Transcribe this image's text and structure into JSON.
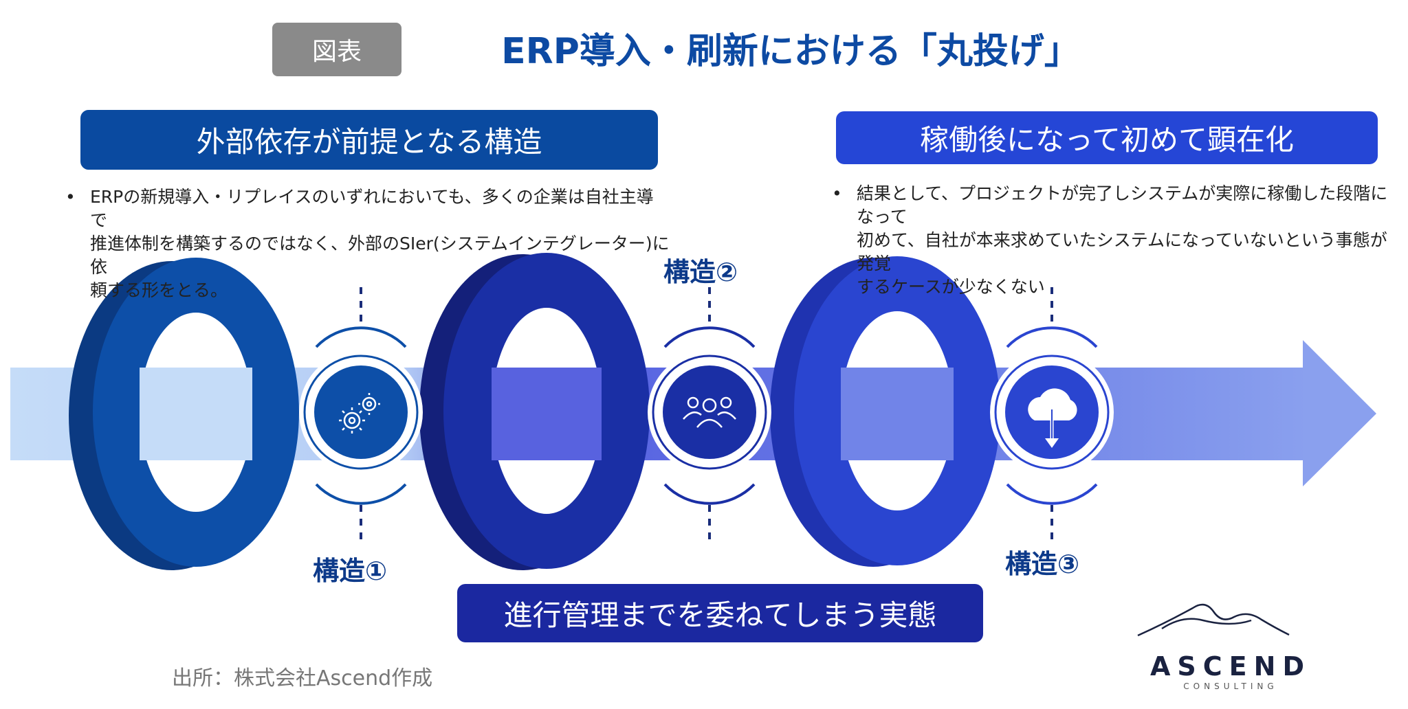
{
  "badge": "図表",
  "title": "ERP導入・刷新における「丸投げ」",
  "headers": {
    "left": "外部依存が前提となる構造",
    "right": "稼働後になって初めて顕在化",
    "bottom": "進行管理までを委ねてしまう実態"
  },
  "bullets": {
    "left": {
      "marker": "•",
      "lines": [
        "ERPの新規導入・リプレイスのいずれにおいても、多くの企業は自社主導で",
        "推進体制を構築するのではなく、外部のSIer(システムインテグレーター)に依",
        "頼する形をとる。"
      ]
    },
    "right": {
      "marker": "•",
      "lines": [
        "結果として、プロジェクトが完了しシステムが実際に稼働した段階になって",
        "初めて、自社が本来求めていたシステムになっていないという事態が発覚",
        "するケースが少なくない"
      ]
    }
  },
  "structures": [
    "構造①",
    "構造②",
    "構造③"
  ],
  "icons": [
    "gears-icon",
    "people-icon",
    "cloud-download-icon"
  ],
  "source": "出所：株式会社Ascend作成",
  "logo": {
    "name": "ASCEND",
    "sub": "CONSULTING"
  },
  "colors": {
    "title": "#0d4aa3",
    "header_left": "#0a4aa0",
    "header_right": "#2546d6",
    "header_bottom": "#1b28a0",
    "ring1": "#0d4fa8",
    "ring2": "#1a2fa5",
    "ring3": "#2a45d0"
  }
}
